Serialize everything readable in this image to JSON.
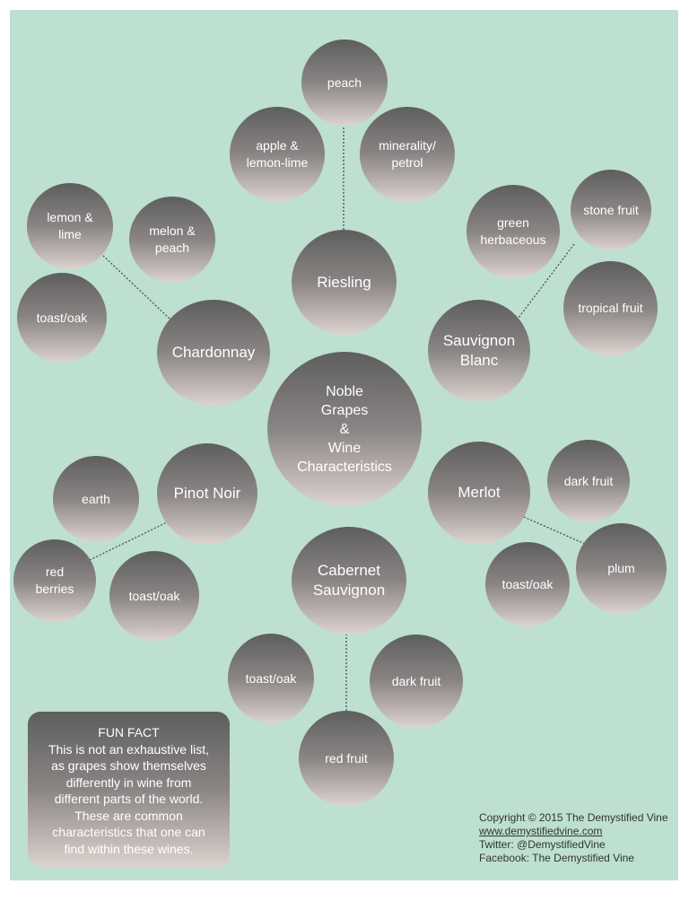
{
  "center": "Noble\nGrapes\n&\nWine\nCharacteristics",
  "grapes": {
    "riesling": "Riesling",
    "chardonnay": "Chardonnay",
    "sauvignon_blanc": "Sauvignon\nBlanc",
    "pinot_noir": "Pinot Noir",
    "merlot": "Merlot",
    "cabernet_sauvignon": "Cabernet\nSauvignon"
  },
  "characteristics": {
    "riesling": [
      "peach",
      "apple &\nlemon-lime",
      "minerality/\npetrol"
    ],
    "chardonnay": [
      "lemon &\nlime",
      "melon &\npeach",
      "toast/oak"
    ],
    "sauvignon_blanc": [
      "green\nherbaceous",
      "stone fruit",
      "tropical fruit"
    ],
    "pinot_noir": [
      "earth",
      "red\nberries",
      "toast/oak"
    ],
    "merlot": [
      "dark fruit",
      "plum",
      "toast/oak"
    ],
    "cabernet_sauvignon": [
      "toast/oak",
      "dark fruit",
      "red fruit"
    ]
  },
  "fun_fact": {
    "title": "FUN FACT",
    "body": "This is not an exhaustive list,\nas grapes show themselves\ndifferently in wine from\ndifferent parts of the world.\nThese are common\ncharacteristics that one can\nfind within these wines."
  },
  "credits": {
    "copyright": "Copyright © 2015 The Demystified Vine",
    "website": "www.demystifiedvine.com",
    "twitter": "Twitter: @DemystifiedVine",
    "facebook": "Facebook: The Demystified Vine"
  },
  "colors": {
    "background": "#bde0d0",
    "bubble_top": "#5e5e5e",
    "bubble_bottom": "#ddd3cf",
    "text": "#ffffff"
  }
}
